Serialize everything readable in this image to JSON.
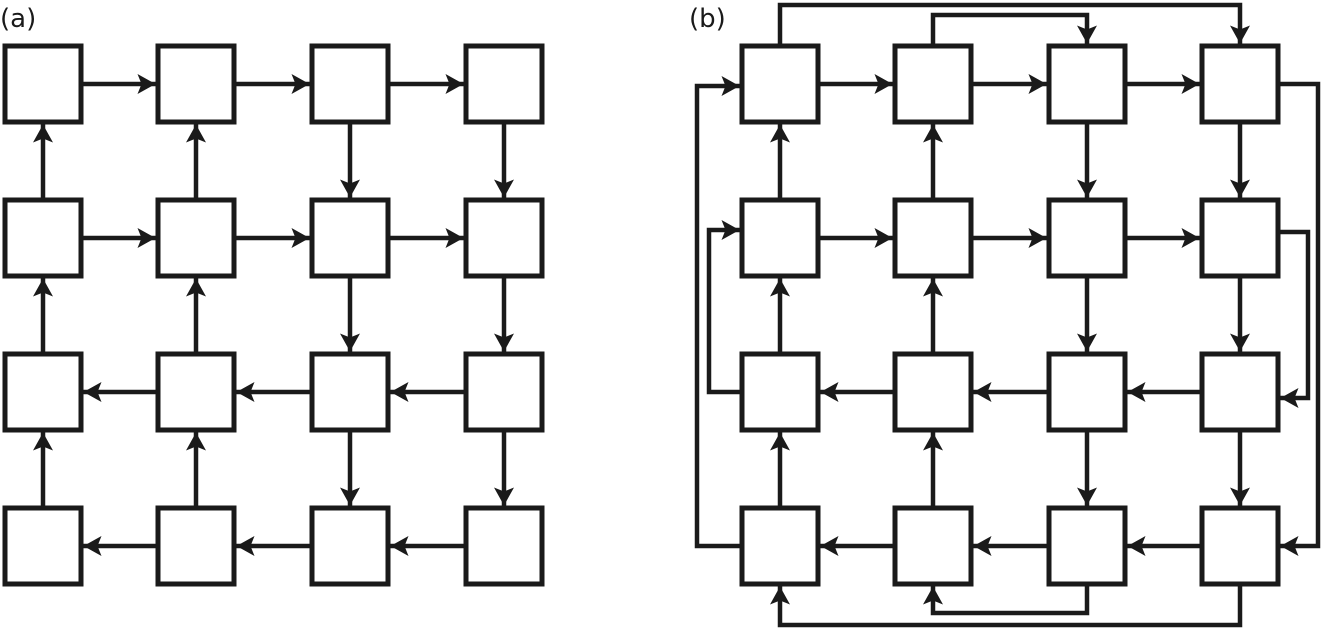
{
  "panels": [
    {
      "id": "a",
      "label": "(a)",
      "grid": {
        "rows": 4,
        "cols": 4
      },
      "edges": [
        {
          "from": [
            0,
            0
          ],
          "to": [
            0,
            1
          ]
        },
        {
          "from": [
            0,
            1
          ],
          "to": [
            0,
            2
          ]
        },
        {
          "from": [
            0,
            2
          ],
          "to": [
            0,
            3
          ]
        },
        {
          "from": [
            1,
            0
          ],
          "to": [
            0,
            0
          ]
        },
        {
          "from": [
            1,
            1
          ],
          "to": [
            0,
            1
          ]
        },
        {
          "from": [
            0,
            2
          ],
          "to": [
            1,
            2
          ]
        },
        {
          "from": [
            0,
            3
          ],
          "to": [
            1,
            3
          ]
        },
        {
          "from": [
            1,
            0
          ],
          "to": [
            1,
            1
          ]
        },
        {
          "from": [
            1,
            1
          ],
          "to": [
            1,
            2
          ]
        },
        {
          "from": [
            1,
            2
          ],
          "to": [
            1,
            3
          ]
        },
        {
          "from": [
            2,
            0
          ],
          "to": [
            1,
            0
          ]
        },
        {
          "from": [
            2,
            1
          ],
          "to": [
            1,
            1
          ]
        },
        {
          "from": [
            1,
            2
          ],
          "to": [
            2,
            2
          ]
        },
        {
          "from": [
            1,
            3
          ],
          "to": [
            2,
            3
          ]
        },
        {
          "from": [
            2,
            1
          ],
          "to": [
            2,
            0
          ]
        },
        {
          "from": [
            2,
            2
          ],
          "to": [
            2,
            1
          ]
        },
        {
          "from": [
            2,
            3
          ],
          "to": [
            2,
            2
          ]
        },
        {
          "from": [
            3,
            0
          ],
          "to": [
            2,
            0
          ]
        },
        {
          "from": [
            3,
            1
          ],
          "to": [
            2,
            1
          ]
        },
        {
          "from": [
            2,
            2
          ],
          "to": [
            3,
            2
          ]
        },
        {
          "from": [
            2,
            3
          ],
          "to": [
            3,
            3
          ]
        },
        {
          "from": [
            3,
            1
          ],
          "to": [
            3,
            0
          ]
        },
        {
          "from": [
            3,
            2
          ],
          "to": [
            3,
            1
          ]
        },
        {
          "from": [
            3,
            3
          ],
          "to": [
            3,
            2
          ]
        }
      ],
      "wraparound_edges": []
    },
    {
      "id": "b",
      "label": "(b)",
      "grid": {
        "rows": 4,
        "cols": 4
      },
      "edges": [
        {
          "from": [
            0,
            0
          ],
          "to": [
            0,
            1
          ]
        },
        {
          "from": [
            0,
            1
          ],
          "to": [
            0,
            2
          ]
        },
        {
          "from": [
            0,
            2
          ],
          "to": [
            0,
            3
          ]
        },
        {
          "from": [
            1,
            0
          ],
          "to": [
            0,
            0
          ]
        },
        {
          "from": [
            1,
            1
          ],
          "to": [
            0,
            1
          ]
        },
        {
          "from": [
            0,
            2
          ],
          "to": [
            1,
            2
          ]
        },
        {
          "from": [
            0,
            3
          ],
          "to": [
            1,
            3
          ]
        },
        {
          "from": [
            1,
            0
          ],
          "to": [
            1,
            1
          ]
        },
        {
          "from": [
            1,
            1
          ],
          "to": [
            1,
            2
          ]
        },
        {
          "from": [
            1,
            2
          ],
          "to": [
            1,
            3
          ]
        },
        {
          "from": [
            2,
            0
          ],
          "to": [
            1,
            0
          ]
        },
        {
          "from": [
            2,
            1
          ],
          "to": [
            1,
            1
          ]
        },
        {
          "from": [
            1,
            2
          ],
          "to": [
            2,
            2
          ]
        },
        {
          "from": [
            1,
            3
          ],
          "to": [
            2,
            3
          ]
        },
        {
          "from": [
            2,
            1
          ],
          "to": [
            2,
            0
          ]
        },
        {
          "from": [
            2,
            2
          ],
          "to": [
            2,
            1
          ]
        },
        {
          "from": [
            2,
            3
          ],
          "to": [
            2,
            2
          ]
        },
        {
          "from": [
            3,
            0
          ],
          "to": [
            2,
            0
          ]
        },
        {
          "from": [
            3,
            1
          ],
          "to": [
            2,
            1
          ]
        },
        {
          "from": [
            2,
            2
          ],
          "to": [
            3,
            2
          ]
        },
        {
          "from": [
            2,
            3
          ],
          "to": [
            3,
            3
          ]
        },
        {
          "from": [
            3,
            1
          ],
          "to": [
            3,
            0
          ]
        },
        {
          "from": [
            3,
            2
          ],
          "to": [
            3,
            1
          ]
        },
        {
          "from": [
            3,
            3
          ],
          "to": [
            3,
            2
          ]
        }
      ],
      "wraparound_edges": [
        {
          "from": [
            0,
            0
          ],
          "to": [
            0,
            3
          ],
          "route": "top-outer"
        },
        {
          "from": [
            0,
            1
          ],
          "to": [
            0,
            2
          ],
          "route": "top-inner"
        },
        {
          "from": [
            0,
            3
          ],
          "to": [
            3,
            3
          ],
          "route": "right-outer"
        },
        {
          "from": [
            1,
            3
          ],
          "to": [
            2,
            3
          ],
          "route": "right-inner"
        },
        {
          "from": [
            3,
            3
          ],
          "to": [
            3,
            0
          ],
          "route": "bottom-outer"
        },
        {
          "from": [
            3,
            2
          ],
          "to": [
            3,
            1
          ],
          "route": "bottom-inner"
        },
        {
          "from": [
            3,
            0
          ],
          "to": [
            0,
            0
          ],
          "route": "left-outer"
        },
        {
          "from": [
            2,
            0
          ],
          "to": [
            1,
            0
          ],
          "route": "left-inner"
        }
      ]
    }
  ]
}
